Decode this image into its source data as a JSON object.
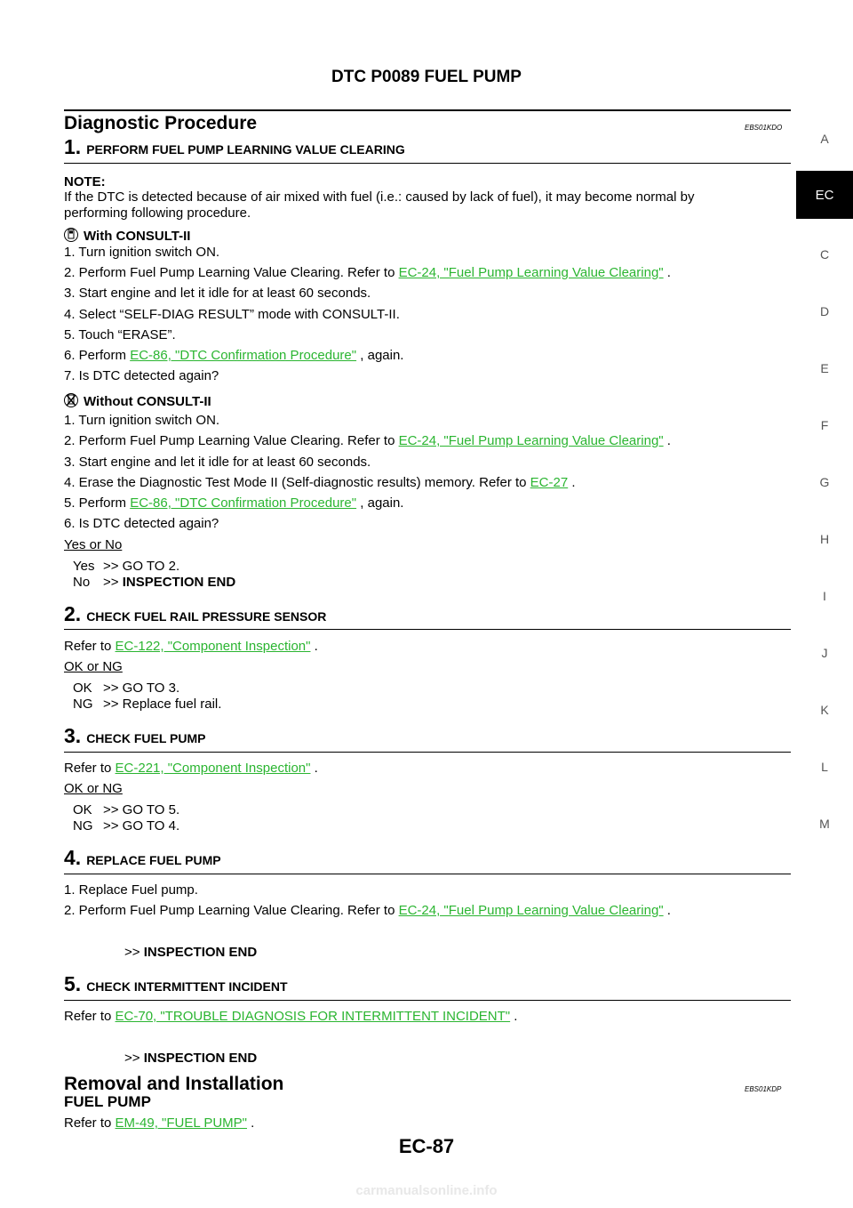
{
  "header": {
    "title": "DTC P0089 FUEL PUMP"
  },
  "diag": {
    "title": "Diagnostic Procedure",
    "code": "EBS01KDO"
  },
  "step1": {
    "num": "1.",
    "title": "PERFORM FUEL PUMP LEARNING VALUE CLEARING",
    "note_label": "NOTE:",
    "note_line1": "If the DTC is detected because of air mixed with fuel (i.e.: caused by lack of fuel), it may become normal by",
    "note_line2": "performing following procedure.",
    "with_label": "With CONSULT-II",
    "with_1": "1. Turn ignition switch ON.",
    "with_2_pre": "2. Perform Fuel Pump Learning Value Clearing. Refer to ",
    "with_2_link": "EC-24, \"Fuel Pump Learning Value Clearing\"",
    "with_2_post": " .",
    "with_3": "3. Start engine and let it idle for at least 60 seconds.",
    "with_4": "4. Select “SELF-DIAG RESULT” mode with CONSULT-II.",
    "with_5": "5. Touch “ERASE”.",
    "with_6_pre": "6. Perform ",
    "with_6_link": "EC-86, \"DTC Confirmation Procedure\"",
    "with_6_post": " , again.",
    "with_7": "7. Is DTC detected again?",
    "without_label": "Without CONSULT-II",
    "wo_1": "1. Turn ignition switch ON.",
    "wo_2_pre": "2. Perform Fuel Pump Learning Value Clearing. Refer to ",
    "wo_2_link": "EC-24, \"Fuel Pump Learning Value Clearing\"",
    "wo_2_post": " .",
    "wo_3": "3. Start engine and let it idle for at least 60 seconds.",
    "wo_4_pre": "4. Erase the Diagnostic Test Mode II (Self-diagnostic results) memory. Refer to ",
    "wo_4_link": "EC-27",
    "wo_4_post": " .",
    "wo_5_pre": "5. Perform ",
    "wo_5_link": "EC-86, \"DTC Confirmation Procedure\"",
    "wo_5_post": " , again.",
    "wo_6": "6. Is DTC detected again?",
    "decision": "Yes or No",
    "ans1_key": "Yes",
    "ans1_val": ">> GO TO 2.",
    "ans2_key": "No",
    "ans2_pre": ">> ",
    "ans2_val": "INSPECTION END"
  },
  "step2": {
    "num": "2.",
    "title": "CHECK FUEL RAIL PRESSURE SENSOR",
    "refer_pre": "Refer to ",
    "refer_link": "EC-122, \"Component Inspection\"",
    "refer_post": " .",
    "decision": "OK or NG",
    "ans1_key": "OK",
    "ans1_val": ">> GO TO 3.",
    "ans2_key": "NG",
    "ans2_val": ">> Replace fuel rail."
  },
  "step3": {
    "num": "3.",
    "title": "CHECK FUEL PUMP",
    "refer_pre": "Refer to ",
    "refer_link": "EC-221, \"Component Inspection\"",
    "refer_post": " .",
    "decision": "OK or NG",
    "ans1_key": "OK",
    "ans1_val": ">> GO TO 5.",
    "ans2_key": "NG",
    "ans2_val": ">> GO TO 4."
  },
  "step4": {
    "num": "4.",
    "title": "REPLACE FUEL PUMP",
    "line1": "1. Replace Fuel pump.",
    "line2_pre": "2. Perform Fuel Pump Learning Value Clearing. Refer to ",
    "line2_link": "EC-24, \"Fuel Pump Learning Value Clearing\"",
    "line2_post": " .",
    "end_pre": ">> ",
    "end": "INSPECTION END"
  },
  "step5": {
    "num": "5.",
    "title": "CHECK INTERMITTENT INCIDENT",
    "refer_pre": "Refer to ",
    "refer_link": "EC-70, \"TROUBLE DIAGNOSIS FOR INTERMITTENT INCIDENT\"",
    "refer_post": " .",
    "end_pre": ">> ",
    "end": "INSPECTION END"
  },
  "removal": {
    "title": "Removal and Installation",
    "code": "EBS01KDP",
    "subtitle": "FUEL PUMP",
    "refer_pre": "Refer to ",
    "refer_link": "EM-49, \"FUEL PUMP\"",
    "refer_post": " ."
  },
  "side_tabs": [
    "A",
    "EC",
    "C",
    "D",
    "E",
    "F",
    "G",
    "H",
    "I",
    "J",
    "K",
    "L",
    "M"
  ],
  "page_number": "EC-87",
  "footer": "carmanualsonline.info"
}
